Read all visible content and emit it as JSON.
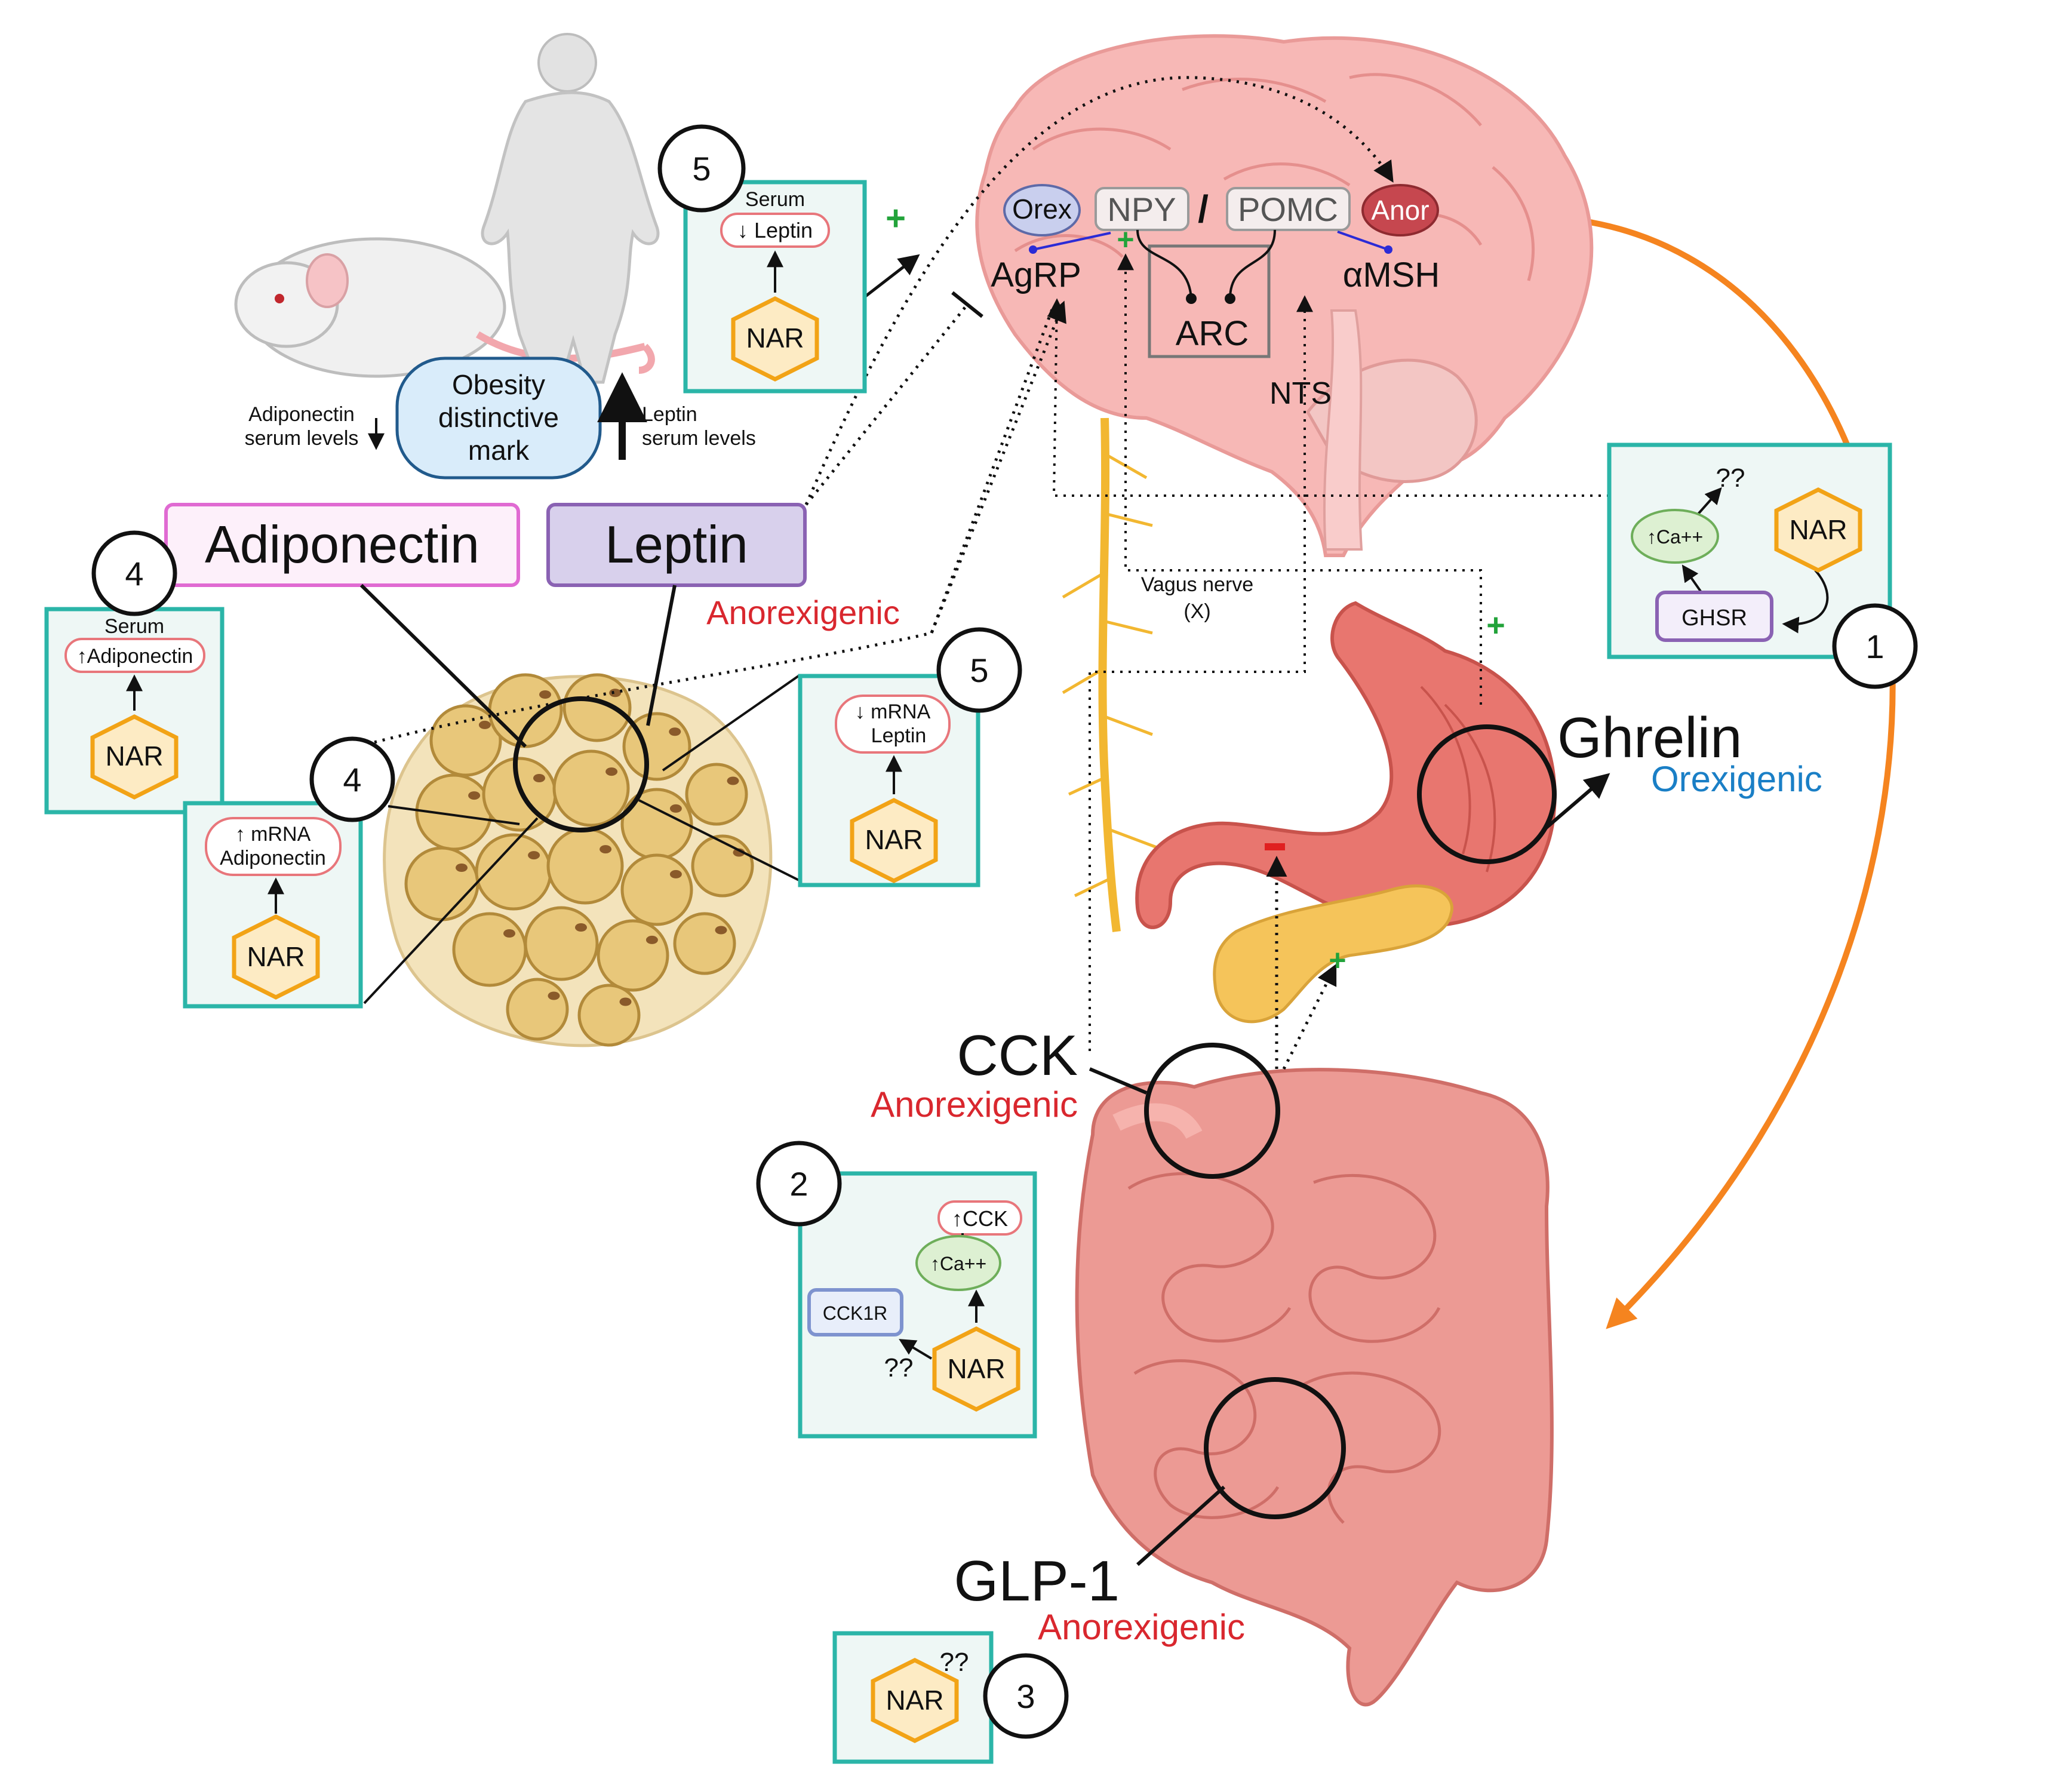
{
  "colors": {
    "box_border": "#2bb5a8",
    "box_fill": "#eef7f5",
    "nar_border": "#f2a316",
    "nar_fill": "#fdebc4",
    "anorexigenic": "#d9272e",
    "orexigenic": "#1a7fc6",
    "plus": "#22a33a",
    "minus": "#e02020",
    "orange_arrow": "#f5841f",
    "brain": "#f7b4b4",
    "stomach": "#e8766f",
    "intestine": "#ec9a94",
    "pancreas": "#f5c45a",
    "fat": "#e8c77a",
    "vagus": "#f2b731",
    "adiponectin_border": "#e06ad2",
    "leptin_fill": "#d8d0ec",
    "leptin_border": "#8a62b3"
  },
  "top_left": {
    "obesity_label": [
      "Obesity",
      "distinctive",
      "mark"
    ],
    "adiponectin_serum": [
      "Adiponectin",
      "serum levels"
    ],
    "leptin_serum": [
      "Leptin",
      "serum levels"
    ],
    "adiponectin_title": "Adiponectin",
    "leptin_title": "Leptin",
    "leptin_effect": "Anorexigenic"
  },
  "boxes": {
    "box5_top": {
      "number": "5",
      "header": "Serum",
      "pill": "↓ Leptin",
      "nar": "NAR"
    },
    "box4_serum": {
      "number": "4",
      "header": "Serum",
      "pill": "↑Adiponectin",
      "nar": "NAR"
    },
    "box4_mrna": {
      "number": "4",
      "pill": [
        "↑ mRNA",
        "Adiponectin"
      ],
      "nar": "NAR"
    },
    "box5_mrna": {
      "number": "5",
      "pill": [
        "↓ mRNA",
        "Leptin"
      ],
      "nar": "NAR"
    },
    "box1": {
      "number": "1",
      "question": "??",
      "calcium": "↑Ca++",
      "receptor": "GHSR",
      "nar": "NAR"
    },
    "box2": {
      "number": "2",
      "cck": "↑CCK",
      "calcium": "↑Ca++",
      "receptor": "CCK1R",
      "question": "??",
      "nar": "NAR"
    },
    "box3": {
      "number": "3",
      "question": "??",
      "nar": "NAR"
    }
  },
  "brain": {
    "orex": "Orex",
    "npy": "NPY",
    "slash": "/",
    "pomc": "POMC",
    "anor": "Anor",
    "agrp": "AgRP",
    "amsh": "αMSH",
    "arc": "ARC",
    "nts": "NTS",
    "plus": "+"
  },
  "vagus": {
    "line1": "Vagus nerve",
    "line2": "(X)"
  },
  "hormones": {
    "ghrelin": "Ghrelin",
    "ghrelin_effect": "Orexigenic",
    "cck": "CCK",
    "cck_effect": "Anorexigenic",
    "glp1": "GLP-1",
    "glp1_effect": "Anorexigenic"
  },
  "signs": {
    "plus": "+",
    "minus": "−",
    "inhibit": "⊣"
  }
}
